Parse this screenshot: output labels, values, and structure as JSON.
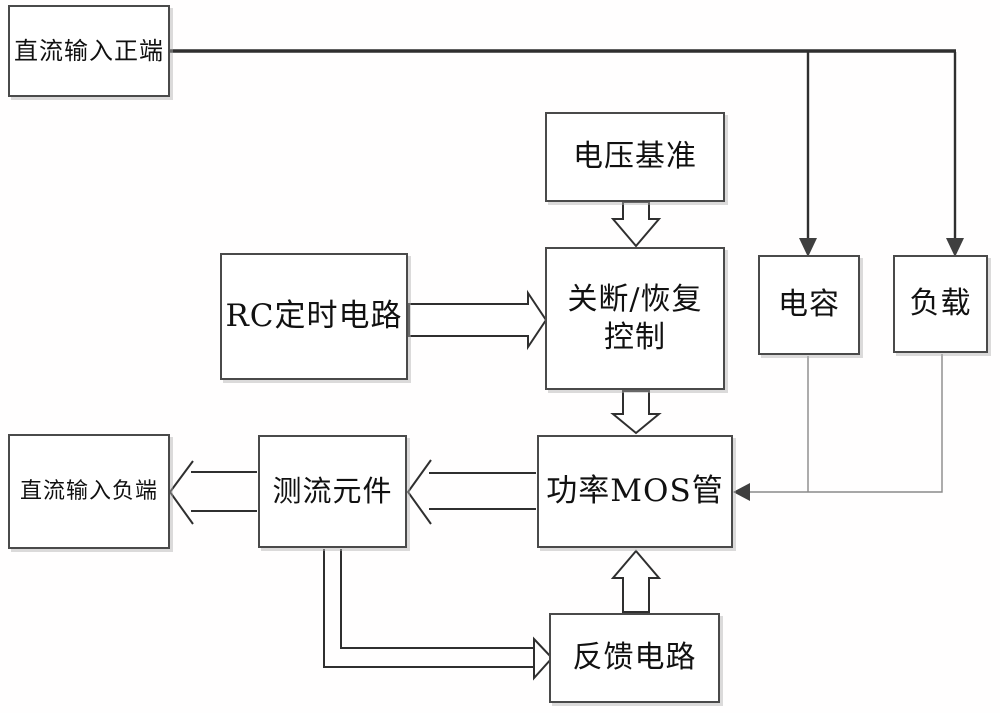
{
  "diagram": {
    "type": "circuit-block-diagram",
    "blocks": {
      "dc_input_positive": {
        "label": "直流输入正端"
      },
      "voltage_reference": {
        "label": "电压基准"
      },
      "rc_timing_circuit": {
        "label": "RC定时电路"
      },
      "shutdown_recovery_control": {
        "line1": "关断/恢复",
        "line2": "控制"
      },
      "capacitor": {
        "label": "电容"
      },
      "load": {
        "label": "负载"
      },
      "power_mos": {
        "label": "功率MOS管"
      },
      "current_sensing_element": {
        "label": "测流元件"
      },
      "dc_input_negative": {
        "label": "直流输入负端"
      },
      "feedback_circuit": {
        "label": "反馈电路"
      }
    },
    "connections": [
      {
        "from": "dc_input_positive",
        "to": "capacitor",
        "style": "thick-solid-arrow"
      },
      {
        "from": "dc_input_positive",
        "to": "load",
        "style": "thick-solid-arrow"
      },
      {
        "from": "voltage_reference",
        "to": "shutdown_recovery_control",
        "style": "hollow-block-arrow"
      },
      {
        "from": "rc_timing_circuit",
        "to": "shutdown_recovery_control",
        "style": "hollow-block-arrow"
      },
      {
        "from": "shutdown_recovery_control",
        "to": "power_mos",
        "style": "hollow-block-arrow"
      },
      {
        "from": "feedback_circuit",
        "to": "power_mos",
        "style": "hollow-block-arrow"
      },
      {
        "from": "power_mos",
        "to": "current_sensing_element",
        "style": "hollow-open-arrow"
      },
      {
        "from": "current_sensing_element",
        "to": "dc_input_negative",
        "style": "hollow-open-arrow"
      },
      {
        "from": "current_sensing_element",
        "to": "feedback_circuit",
        "style": "hollow-open-arrow"
      },
      {
        "from": "capacitor",
        "to": "power_mos",
        "style": "thin-solid-arrow"
      },
      {
        "from": "load",
        "to": "power_mos",
        "style": "thin-solid-arrow"
      }
    ],
    "colors": {
      "wire_dark": "#2f2f2f",
      "wire_thin": "#8a8a8a",
      "arrowhead_fill": "#3f3f3f",
      "box_border": "#4a4a4a",
      "box_fill": "#ffffff",
      "text": "#111111",
      "background": "#fffefe"
    }
  }
}
